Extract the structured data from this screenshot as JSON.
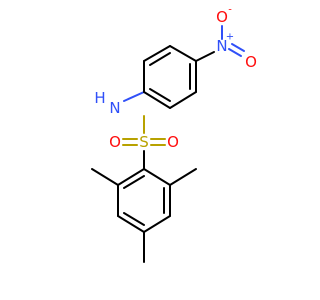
{
  "atoms": {
    "sulfur": {
      "label": "S",
      "color": "#b8a200"
    },
    "oxygen_left": {
      "label": "O",
      "color": "#ff0d0d"
    },
    "oxygen_right": {
      "label": "O",
      "color": "#ff0d0d"
    },
    "amide_nitrogen": {
      "label": "N",
      "hydrogen": "H",
      "color": "#3050f8"
    },
    "nitro_nitrogen": {
      "label": "N",
      "charge": "+",
      "color": "#3050f8"
    },
    "nitro_oxygen_top": {
      "label": "O",
      "charge": "-",
      "color": "#ff0d0d"
    },
    "nitro_oxygen_right": {
      "label": "O",
      "color": "#ff0d0d"
    }
  }
}
